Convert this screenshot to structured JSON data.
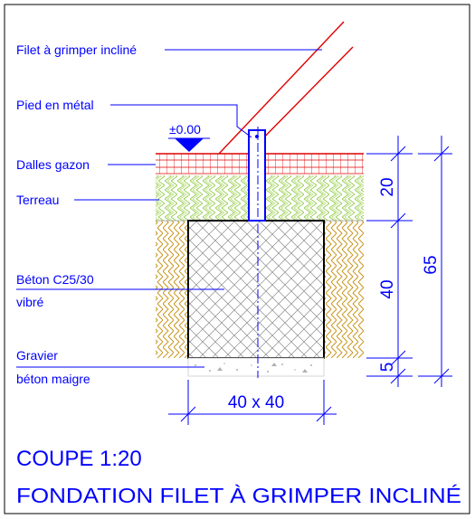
{
  "labels": {
    "filet": "Filet à grimper incliné",
    "pied": "Pied en métal",
    "niveau": "±0.00",
    "dalles": "Dalles gazon",
    "terreau": "Terreau",
    "beton_1": "Béton C25/30",
    "beton_2": "vibré",
    "gravier_1": "Gravier",
    "gravier_2": "béton maigre"
  },
  "dimensions": {
    "d20": "20",
    "d40": "40",
    "d5": "5",
    "d65": "65",
    "section": "40 x 40"
  },
  "title": {
    "line1": "COUPE  1:20",
    "line2": "FONDATION  FILET À GRIMPER INCLINÉ"
  },
  "colors": {
    "annotation": "#0000ff",
    "net": "#e00000",
    "dalles": "#e00000",
    "terreau": "#b6e07a",
    "gravel": "#c8961e",
    "frame": "#000000"
  }
}
